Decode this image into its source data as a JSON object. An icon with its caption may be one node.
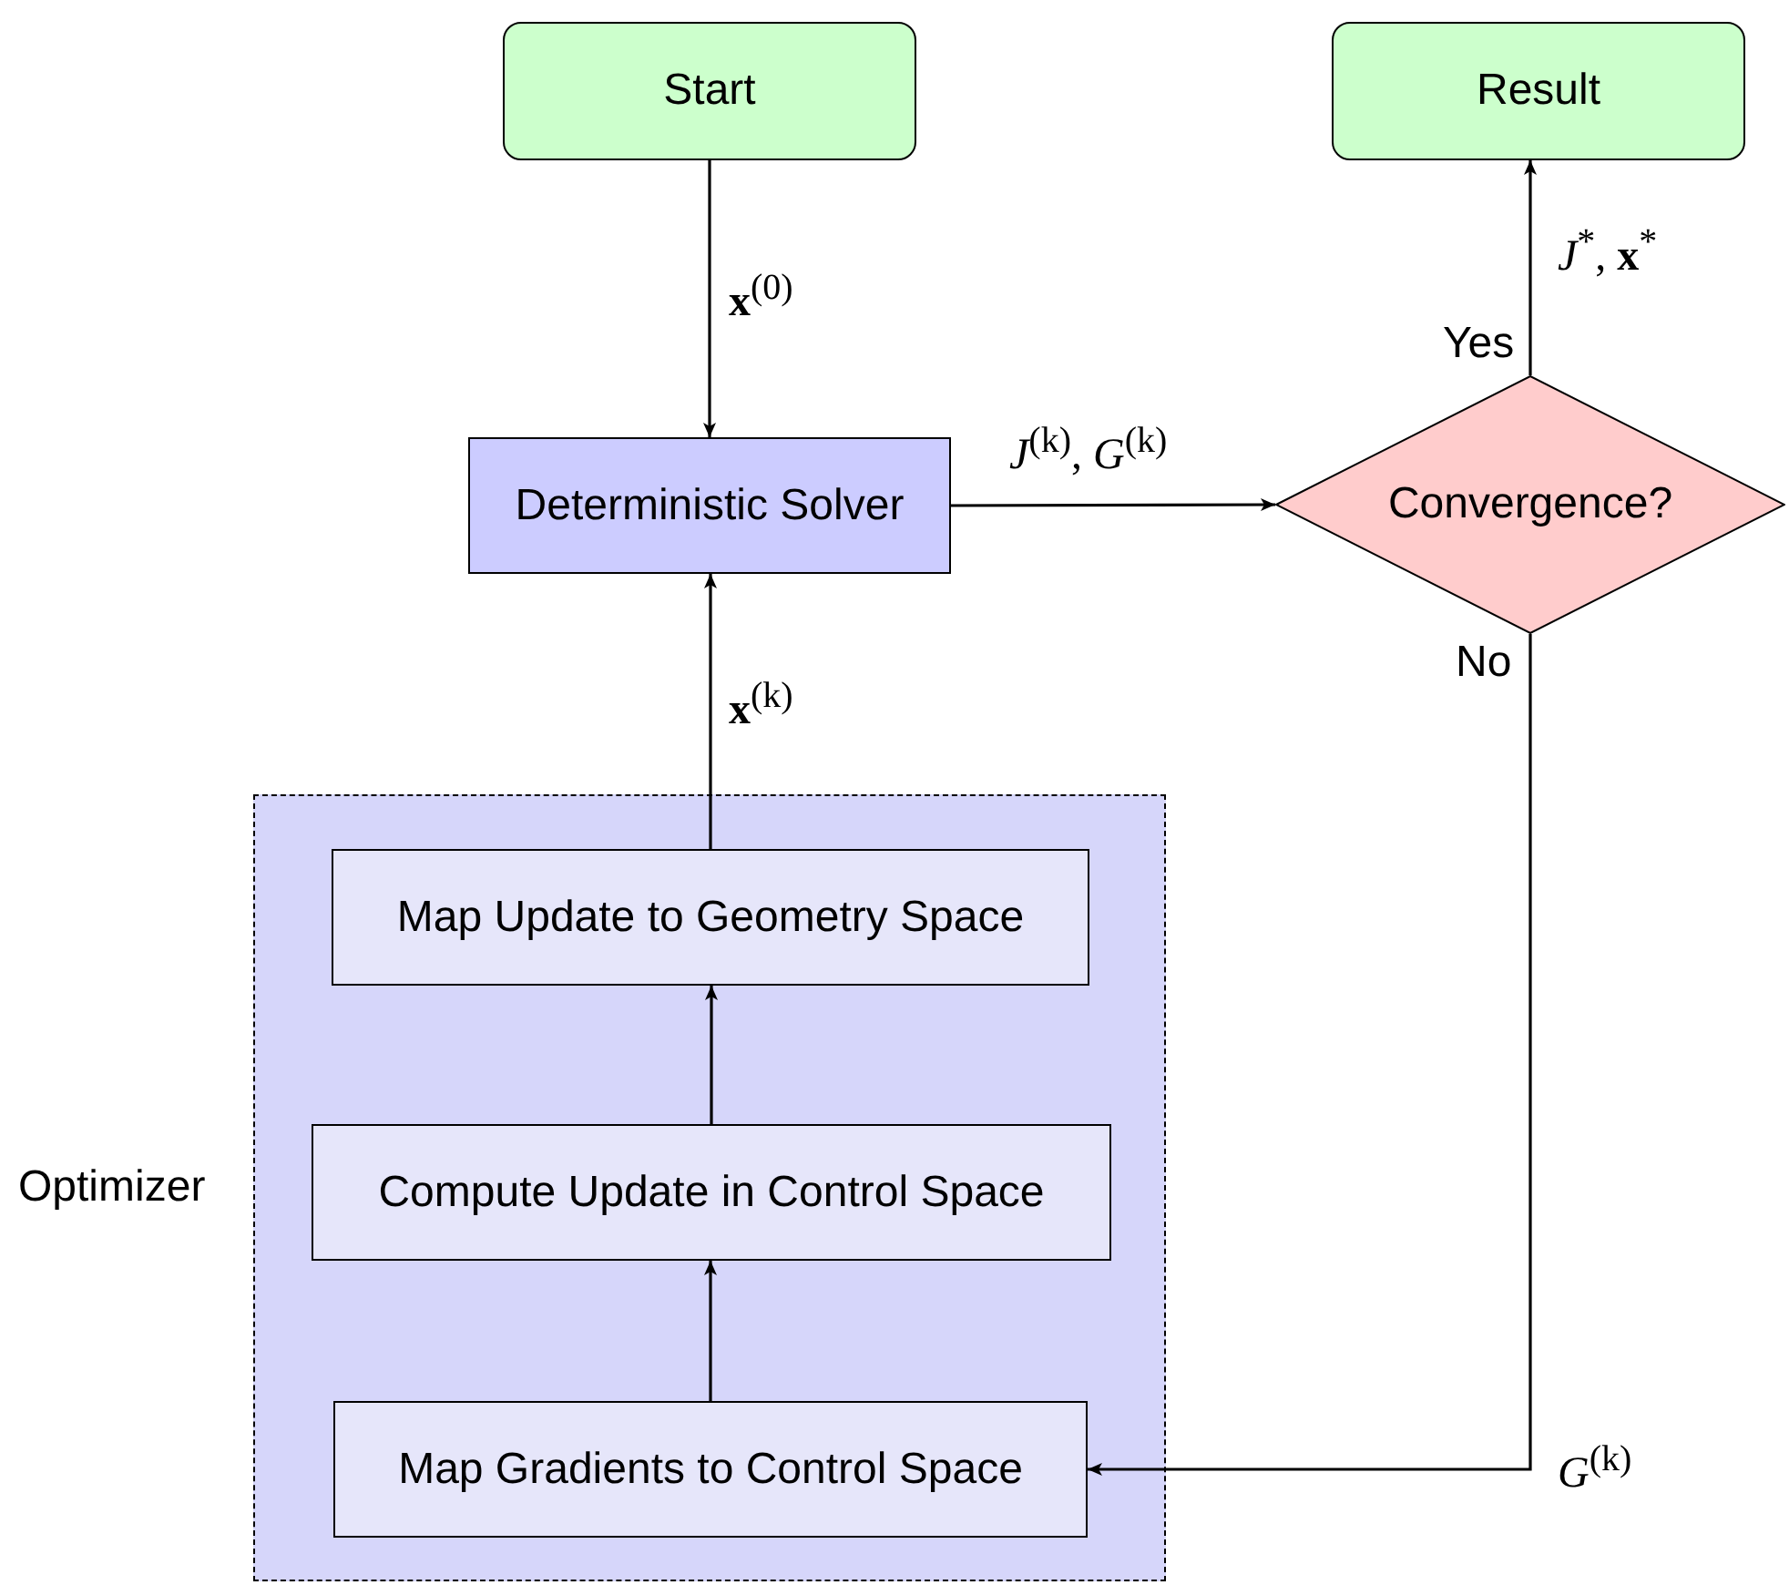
{
  "diagram": {
    "nodes": [
      {
        "text": [
          "Start"
        ]
      },
      {
        "text": [
          "Result"
        ]
      },
      {
        "text": [
          "Deterministic Solver"
        ]
      },
      {
        "text": [
          "Convergence?"
        ],
        "beside": [
          "Yes",
          "No"
        ]
      },
      {
        "text": [
          "Optimizer"
        ]
      },
      {
        "text": [
          "Map Update to Geometry Space"
        ],
        "in": 4
      },
      {
        "text": [
          "Compute Update in Control Space"
        ],
        "in": 4
      },
      {
        "text": [
          "Map Gradients to Control Space"
        ],
        "in": 4
      }
    ],
    "edges": [
      {
        "from": 0,
        "to": 2,
        "arrow": "to",
        "label": "**x**$^{(0)}$"
      },
      {
        "from": 2,
        "to": 3,
        "arrow": "to",
        "label": "*J*$^{(k)}$, *G*$^{(k)}$"
      },
      {
        "from": 3,
        "to": 1,
        "arrow": "to",
        "label": "*J*$^{*}$, **x**$^{*}$"
      },
      {
        "from": 3,
        "to": 7,
        "arrow": "to",
        "label": "*G*$^{(k)}$"
      },
      {
        "from": 7,
        "to": 6,
        "arrow": "to"
      },
      {
        "from": 6,
        "to": 5,
        "arrow": "to"
      },
      {
        "from": 5,
        "to": 2,
        "arrow": "to",
        "label": "**x**$^{(k)}$"
      }
    ]
  }
}
